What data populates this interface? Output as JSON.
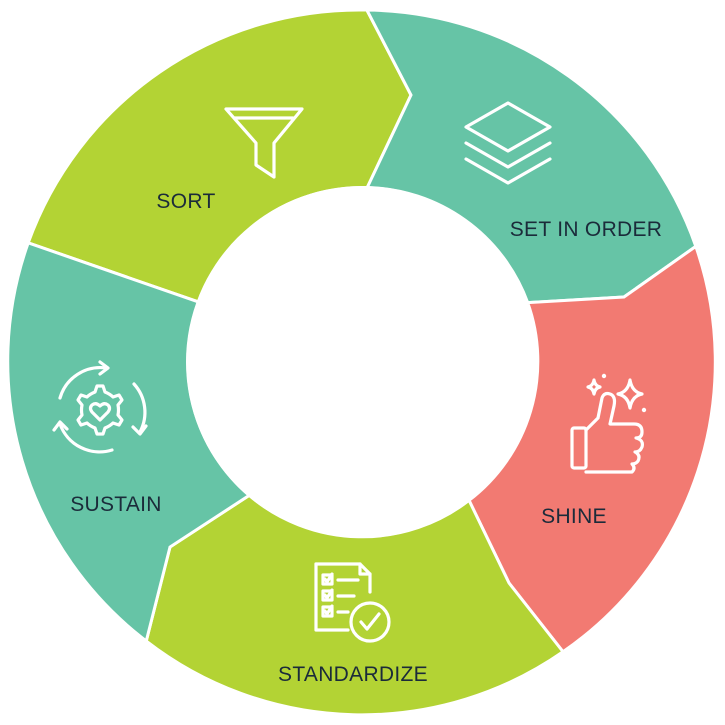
{
  "colors": {
    "green": "#B3D334",
    "teal": "#66C4A6",
    "coral": "#F27A72",
    "label": "#1B2B3A",
    "icon": "#ffffff",
    "separator": "#ffffff"
  },
  "segments": [
    {
      "id": "sort",
      "label": "SORT",
      "color": "green",
      "icon": "funnel-icon"
    },
    {
      "id": "set-in-order",
      "label": "SET IN ORDER",
      "color": "teal",
      "icon": "layers-icon"
    },
    {
      "id": "shine",
      "label": "SHINE",
      "color": "coral",
      "icon": "thumbs-up-sparkle-icon"
    },
    {
      "id": "standardize",
      "label": "STANDARDIZE",
      "color": "green",
      "icon": "checklist-icon"
    },
    {
      "id": "sustain",
      "label": "SUSTAIN",
      "color": "teal",
      "icon": "gear-cycle-icon"
    }
  ]
}
